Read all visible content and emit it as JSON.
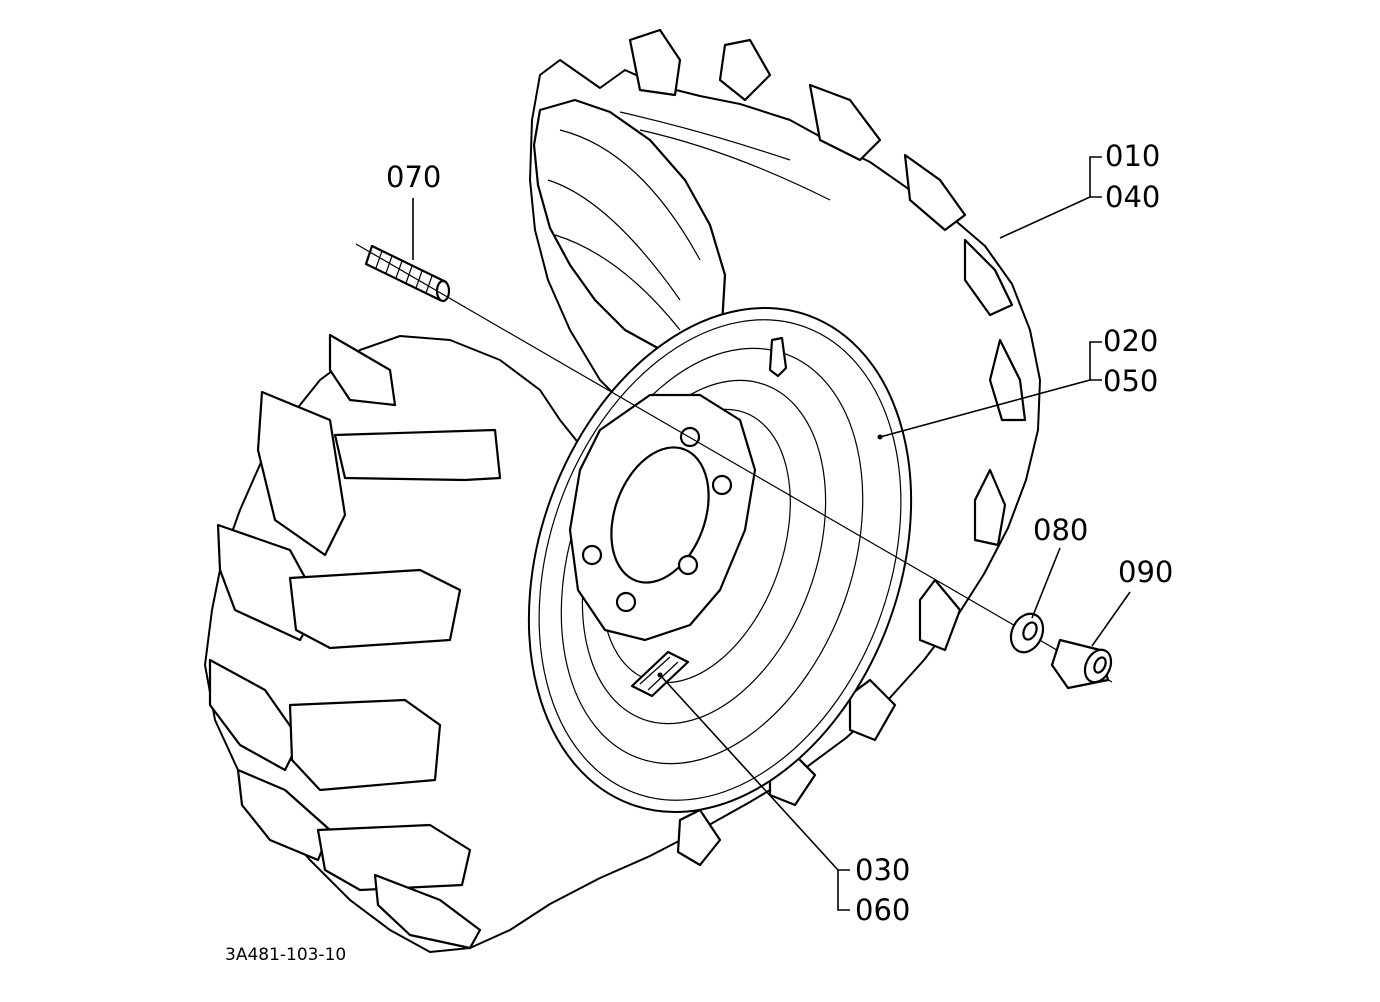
{
  "diagram_code": "3A481-103-10",
  "callouts": {
    "c010": "010",
    "c040": "040",
    "c020": "020",
    "c050": "050",
    "c030": "030",
    "c060": "060",
    "c070": "070",
    "c080": "080",
    "c090": "090"
  }
}
